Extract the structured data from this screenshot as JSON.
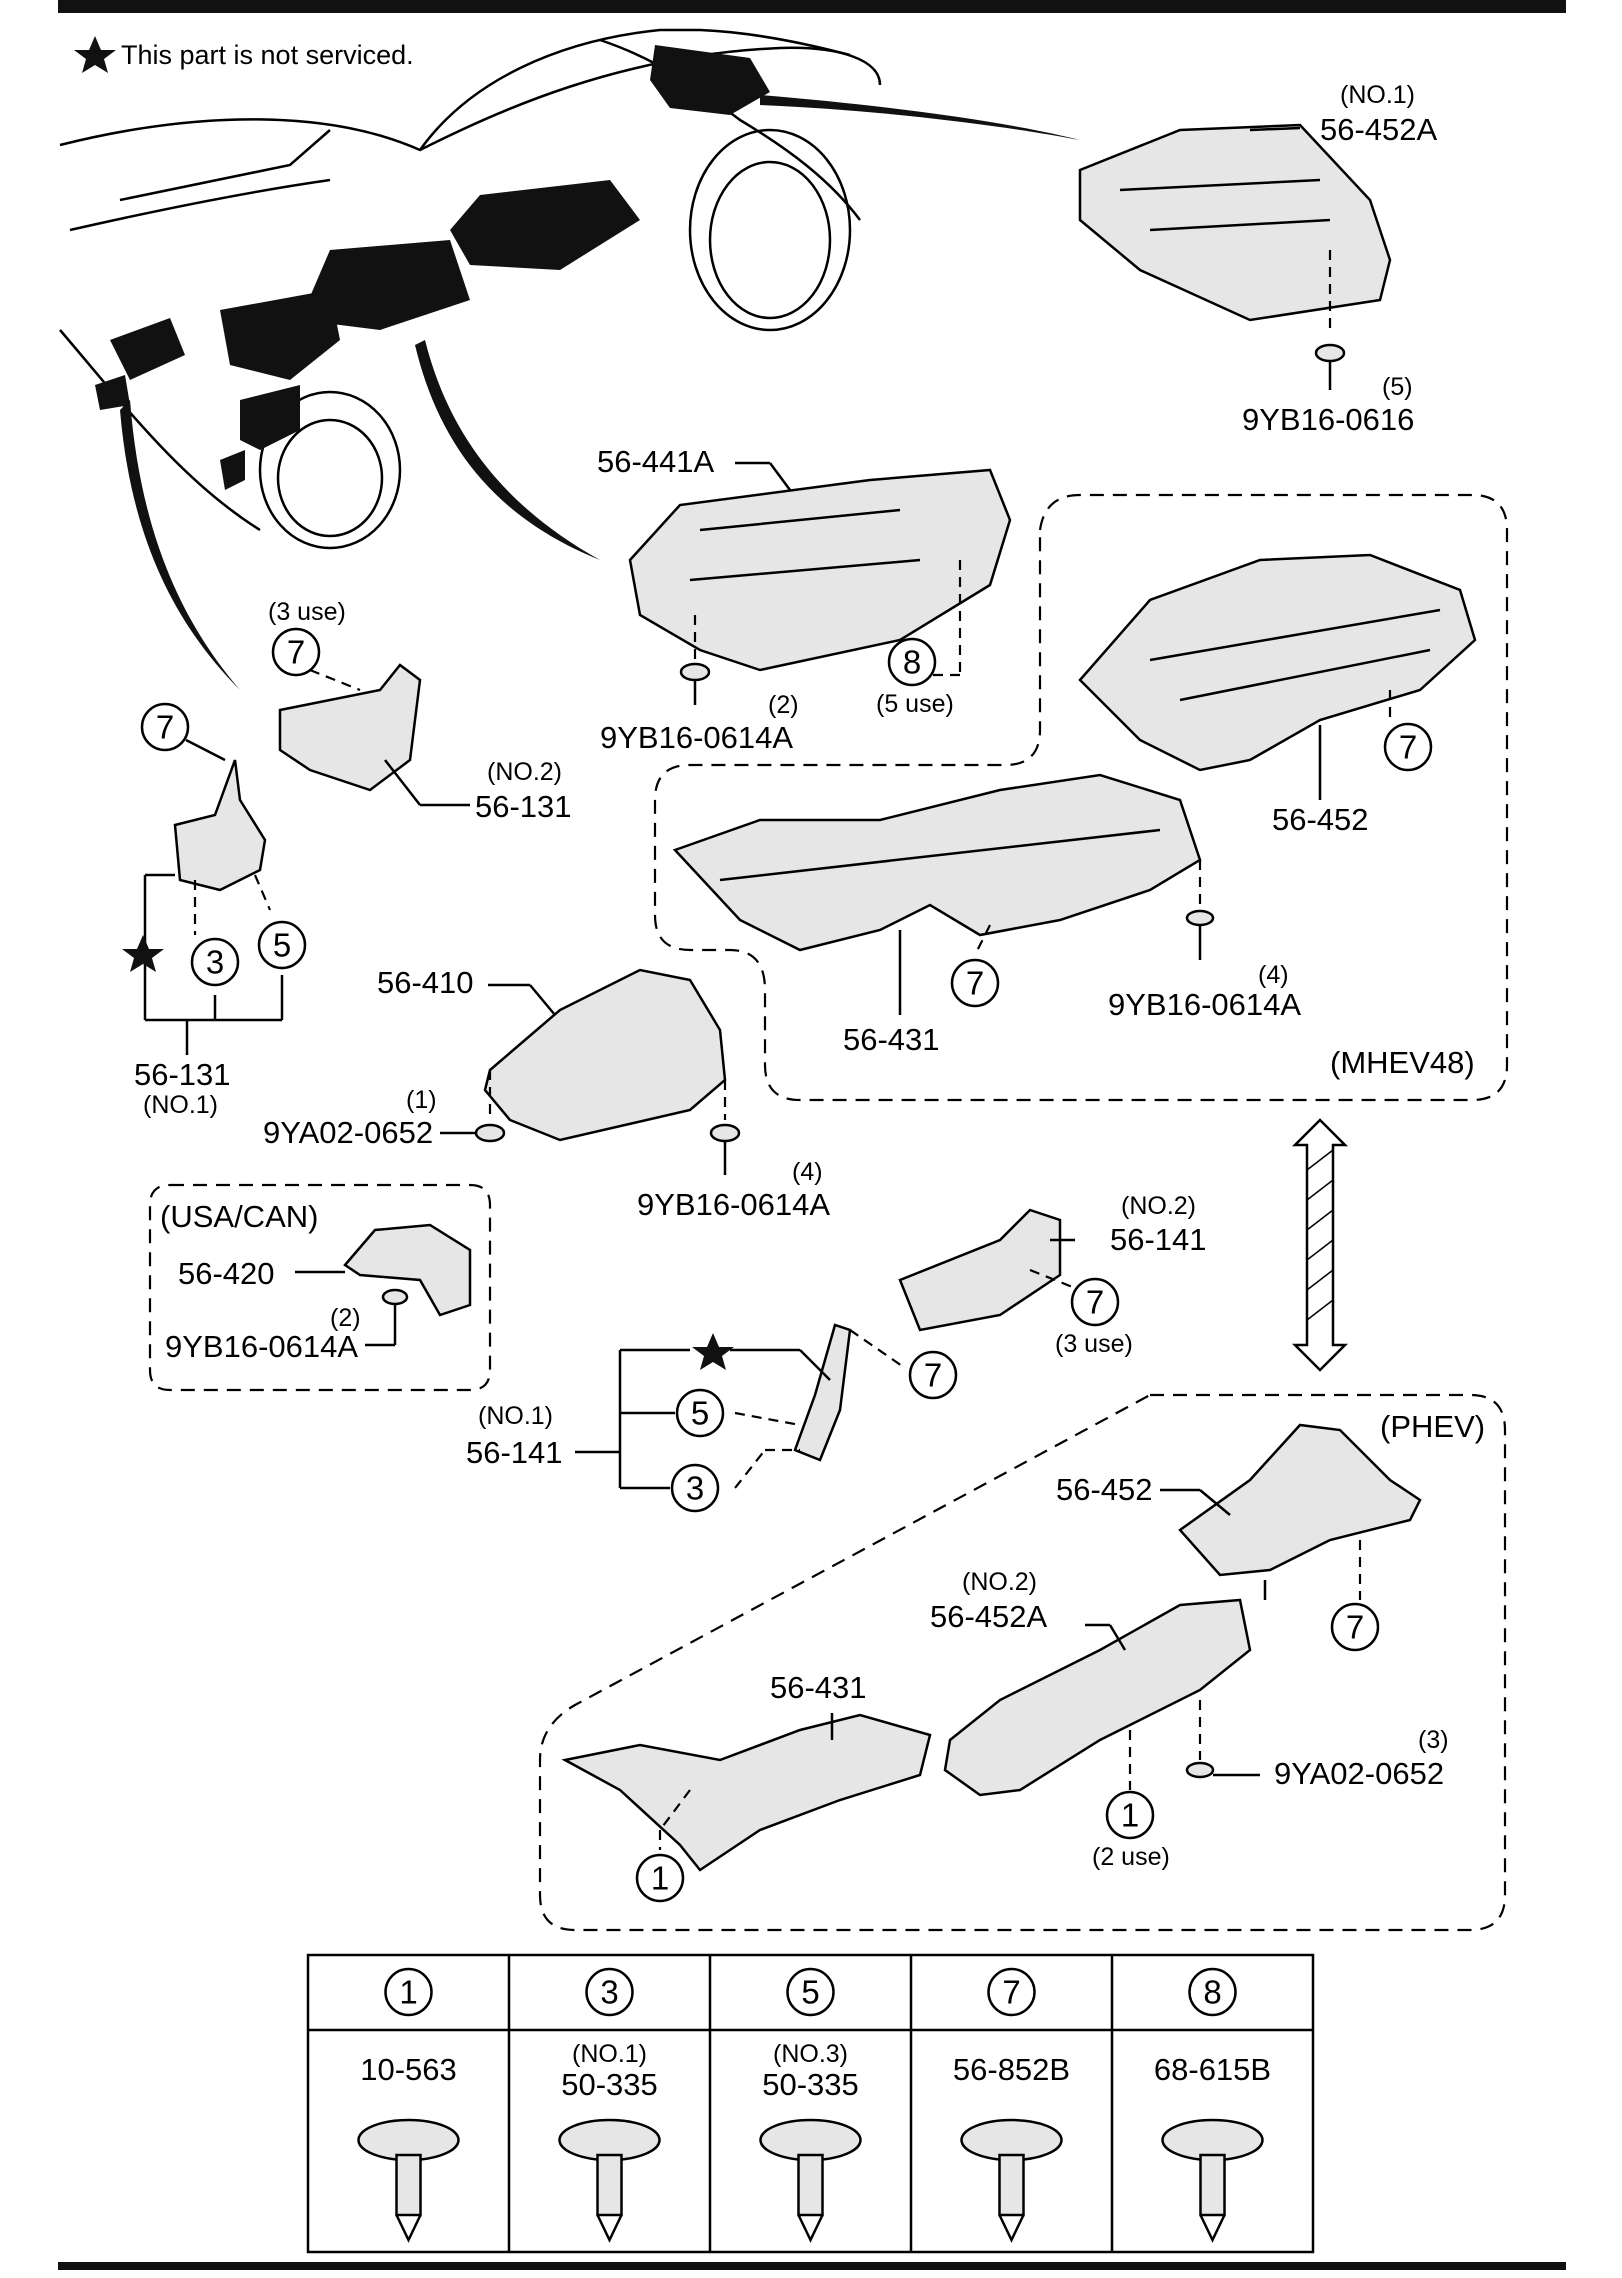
{
  "note": "This part is not serviced.",
  "labels": {
    "l_56_452A_top": "56-452A",
    "l_no1_top": "(NO.1)",
    "l_5_top": "(5)",
    "l_9yb16_0616": "9YB16-0616",
    "l_56_441A": "56-441A",
    "l_2_441": "(2)",
    "l_9yb_441": "9YB16-0614A",
    "l_5use": "(5 use)",
    "l_3use_top": "(3 use)",
    "l_no2_131": "(NO.2)",
    "l_56_131_r": "56-131",
    "l_56_131_l": "56-131",
    "l_no1_131": "(NO.1)",
    "l_56_410": "56-410",
    "l_1_410": "(1)",
    "l_9ya_410": "9YA02-0652",
    "l_4_410": "(4)",
    "l_9yb_410": "9YB16-0614A",
    "l_usacan": "(USA/CAN)",
    "l_56_420": "56-420",
    "l_2_420": "(2)",
    "l_9yb_420": "9YB16-0614A",
    "l_56_452_m": "56-452",
    "l_56_431_m": "56-431",
    "l_4_m": "(4)",
    "l_9yb_m": "9YB16-0614A",
    "l_mhev": "(MHEV48)",
    "l_no2_141": "(NO.2)",
    "l_56_141_r": "56-141",
    "l_3use_141": "(3 use)",
    "l_no1_141": "(NO.1)",
    "l_56_141_l": "56-141",
    "l_phev": "(PHEV)",
    "l_56_452_p": "56-452",
    "l_no2_452A": "(NO.2)",
    "l_56_452A_p": "56-452A",
    "l_56_431_p": "56-431",
    "l_3_p": "(3)",
    "l_9ya_p": "9YA02-0652",
    "l_2use": "(2 use)"
  },
  "callouts": {
    "c7_top": "7",
    "c7_left": "7",
    "c3_left": "3",
    "c5_left": "5",
    "c8": "8",
    "c7_mhev_r": "7",
    "c7_mhev_c": "7",
    "c7_141r": "7",
    "c7_141c": "7",
    "c5_141": "5",
    "c3_141": "3",
    "c7_phev": "7",
    "c1_phev_c": "1",
    "c1_phev_l": "1"
  },
  "fastener_table": {
    "columns": [
      {
        "key": "1",
        "part": "10-563",
        "sub": ""
      },
      {
        "key": "3",
        "part": "50-335",
        "sub": "(NO.1)"
      },
      {
        "key": "5",
        "part": "50-335",
        "sub": "(NO.3)"
      },
      {
        "key": "7",
        "part": "56-852B",
        "sub": ""
      },
      {
        "key": "8",
        "part": "68-615B",
        "sub": ""
      }
    ]
  }
}
